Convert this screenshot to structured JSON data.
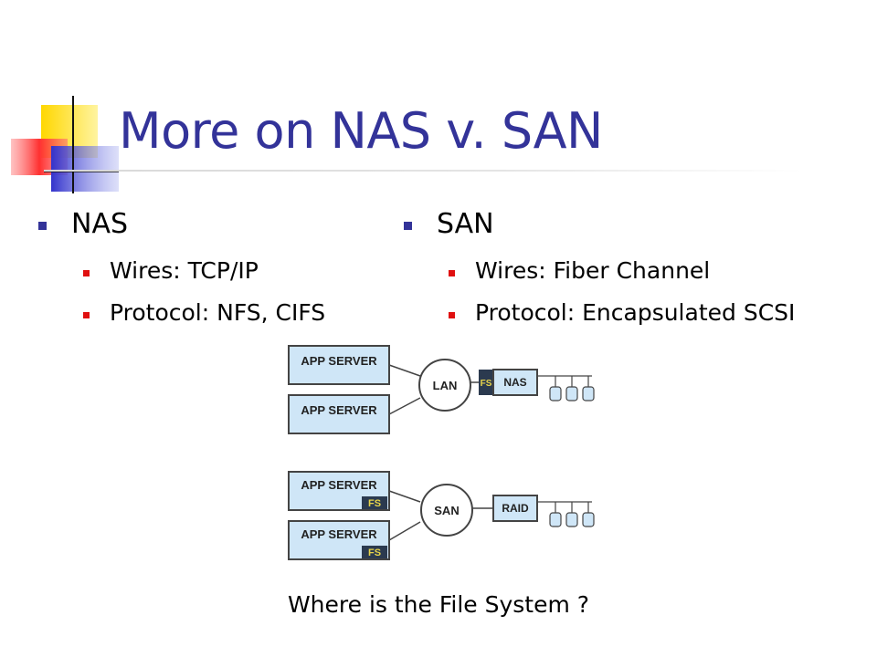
{
  "slide": {
    "title": "More on NAS v. SAN",
    "columns": [
      {
        "heading": "NAS",
        "items": [
          "Wires: TCP/IP",
          "Protocol: NFS, CIFS"
        ]
      },
      {
        "heading": "SAN",
        "items": [
          "Wires: Fiber Channel",
          "Protocol: Encapsulated SCSI"
        ]
      }
    ],
    "caption": "Where is the File System ?"
  },
  "diagram": {
    "nas": {
      "servers": [
        "APP SERVER",
        "APP SERVER"
      ],
      "network": "LAN",
      "fs_tag": "FS",
      "storage": "NAS"
    },
    "san": {
      "servers": [
        "APP SERVER",
        "APP SERVER"
      ],
      "fs_tags": [
        "FS",
        "FS"
      ],
      "network": "SAN",
      "storage": "RAID"
    }
  },
  "colors": {
    "title": "#333399",
    "bullet_l1": "#333399",
    "bullet_l2": "#e01010",
    "box_fill": "#cfe6f7",
    "box_stroke": "#444444",
    "fs_fill": "#2b3a4f",
    "fs_text": "#e8d44a"
  }
}
